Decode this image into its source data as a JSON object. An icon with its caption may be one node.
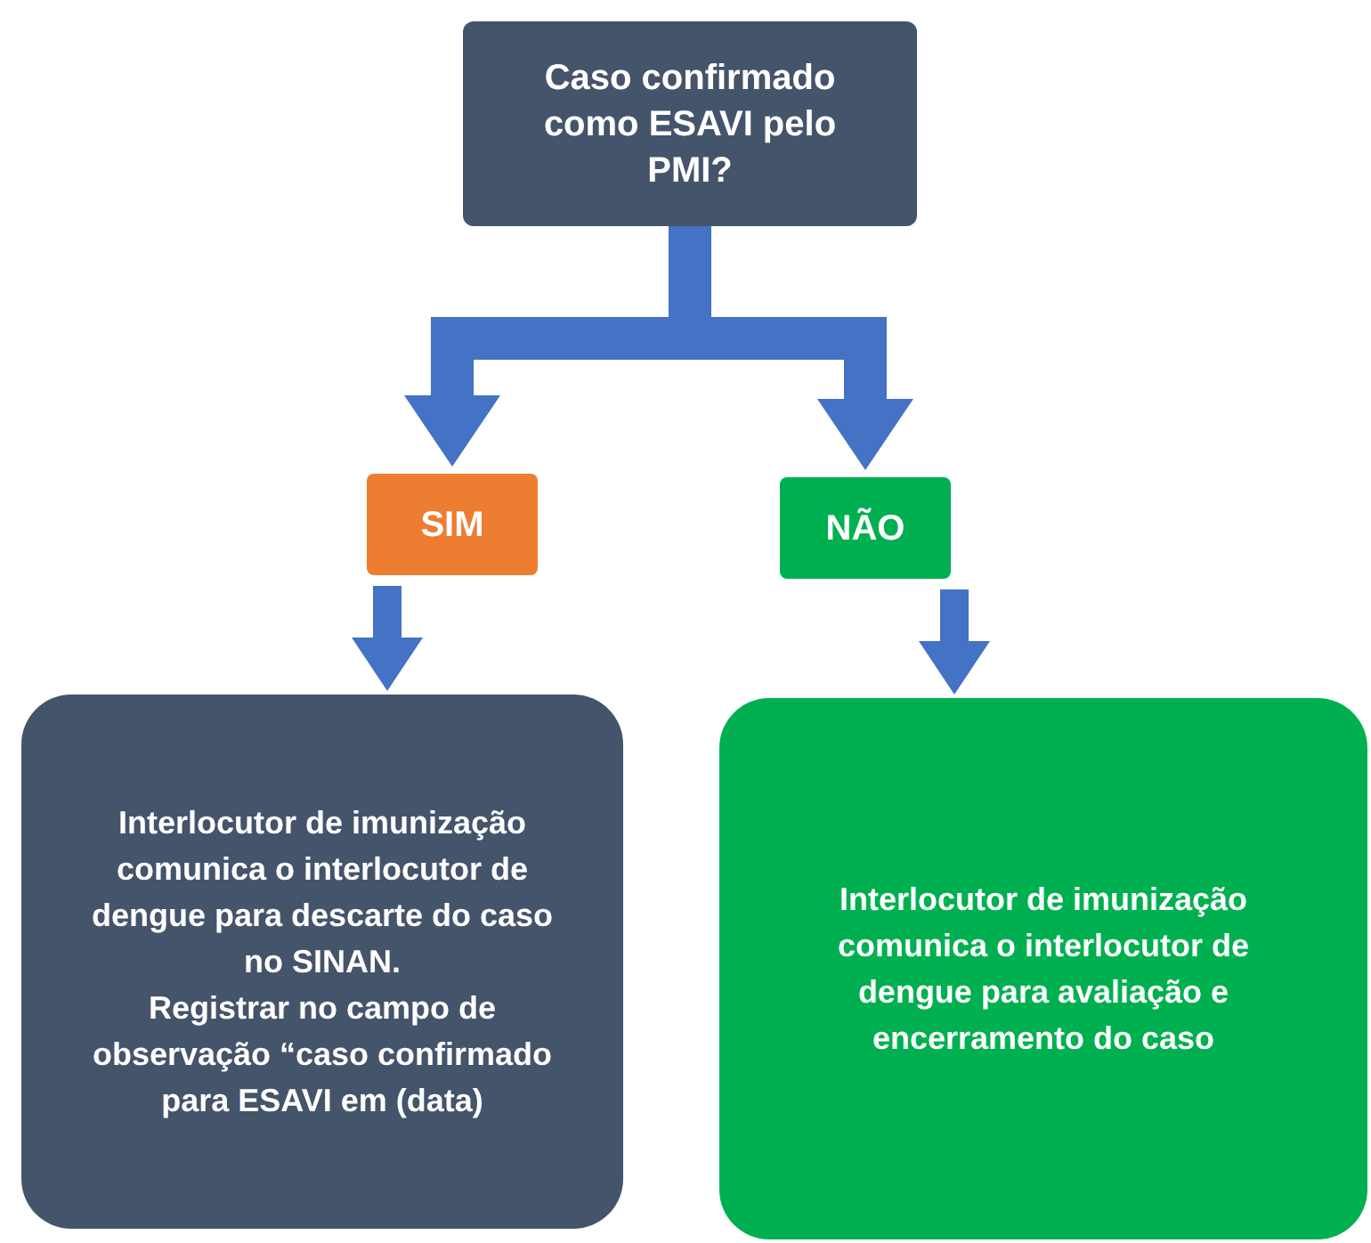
{
  "diagram": {
    "nodes": [
      {
        "text": [
          "Caso confirmado como ESAVI pelo PMI?"
        ]
      },
      {
        "text": [
          "SIM"
        ]
      },
      {
        "text": [
          "NÃO"
        ]
      },
      {
        "text": [
          "Interlocutor de imunização comunica o interlocutor de dengue para descarte do caso no SINAN.",
          "Registrar no campo de observação “caso confirmado para ESAVI em (data)"
        ]
      },
      {
        "text": [
          "Interlocutor de imunização comunica o interlocutor de dengue para avaliação e encerramento do caso"
        ]
      }
    ],
    "edges": [
      {
        "from": 0,
        "to": 1,
        "arrow": "to"
      },
      {
        "from": 0,
        "to": 2,
        "arrow": "to"
      },
      {
        "from": 1,
        "to": 3,
        "arrow": "to"
      },
      {
        "from": 2,
        "to": 4,
        "arrow": "to"
      }
    ]
  }
}
